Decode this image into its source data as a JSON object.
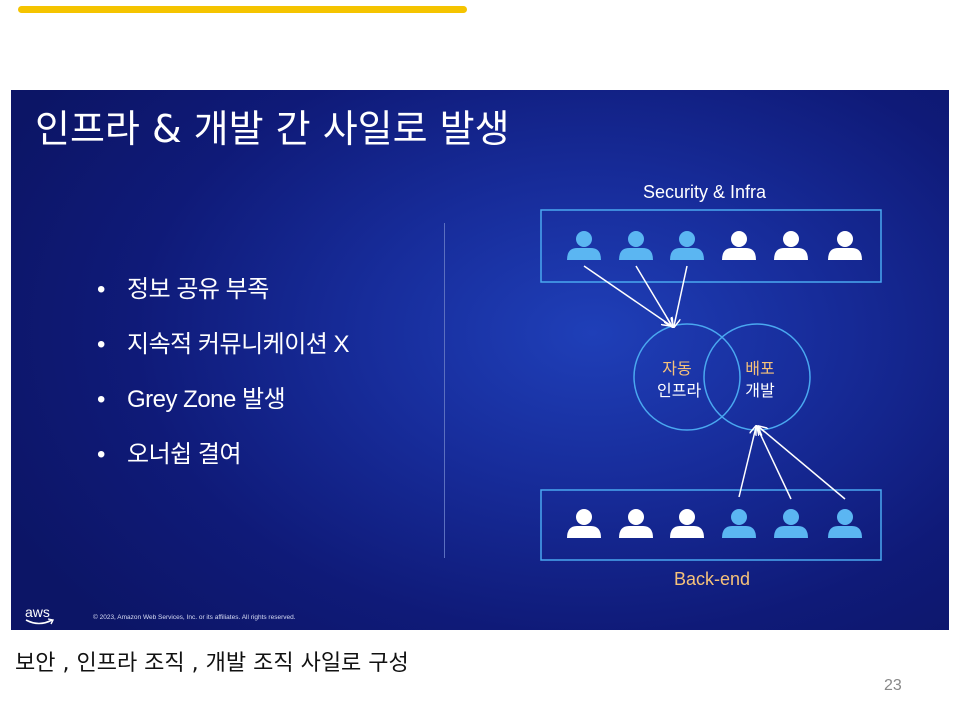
{
  "slide": {
    "title": "인프라 & 개발 간 사일로 발생",
    "bullets": [
      "정보 공유 부족",
      "지속적 커뮤니케이션 X",
      "Grey Zone 발생",
      "오너쉽 결여"
    ],
    "diagram": {
      "top_group_label": "Security & Infra",
      "bottom_group_label": "Back-end",
      "left_circle": {
        "line1": "자동",
        "line2": "인프라"
      },
      "right_circle": {
        "line1": "배포",
        "line2": "개발"
      }
    },
    "footer": {
      "logo_text": "aws",
      "copyright": "© 2023, Amazon Web Services, Inc. or its affiliates. All rights reserved."
    }
  },
  "caption": "보안 , 인프라 조직 , 개발 조직 사일로 구성",
  "page_number": "23",
  "colors": {
    "accent_bar": "#f5c400",
    "slide_bg": "#172c9a",
    "box_border": "#4aa8f0",
    "person_blue": "#5bb6f2",
    "person_white": "#ffffff",
    "orange_text": "#f6c27a"
  },
  "icons": {
    "top_row": [
      "person-blue",
      "person-blue",
      "person-blue",
      "person-white",
      "person-white",
      "person-white"
    ],
    "bottom_row": [
      "person-white",
      "person-white",
      "person-white",
      "person-blue",
      "person-blue",
      "person-blue"
    ]
  }
}
